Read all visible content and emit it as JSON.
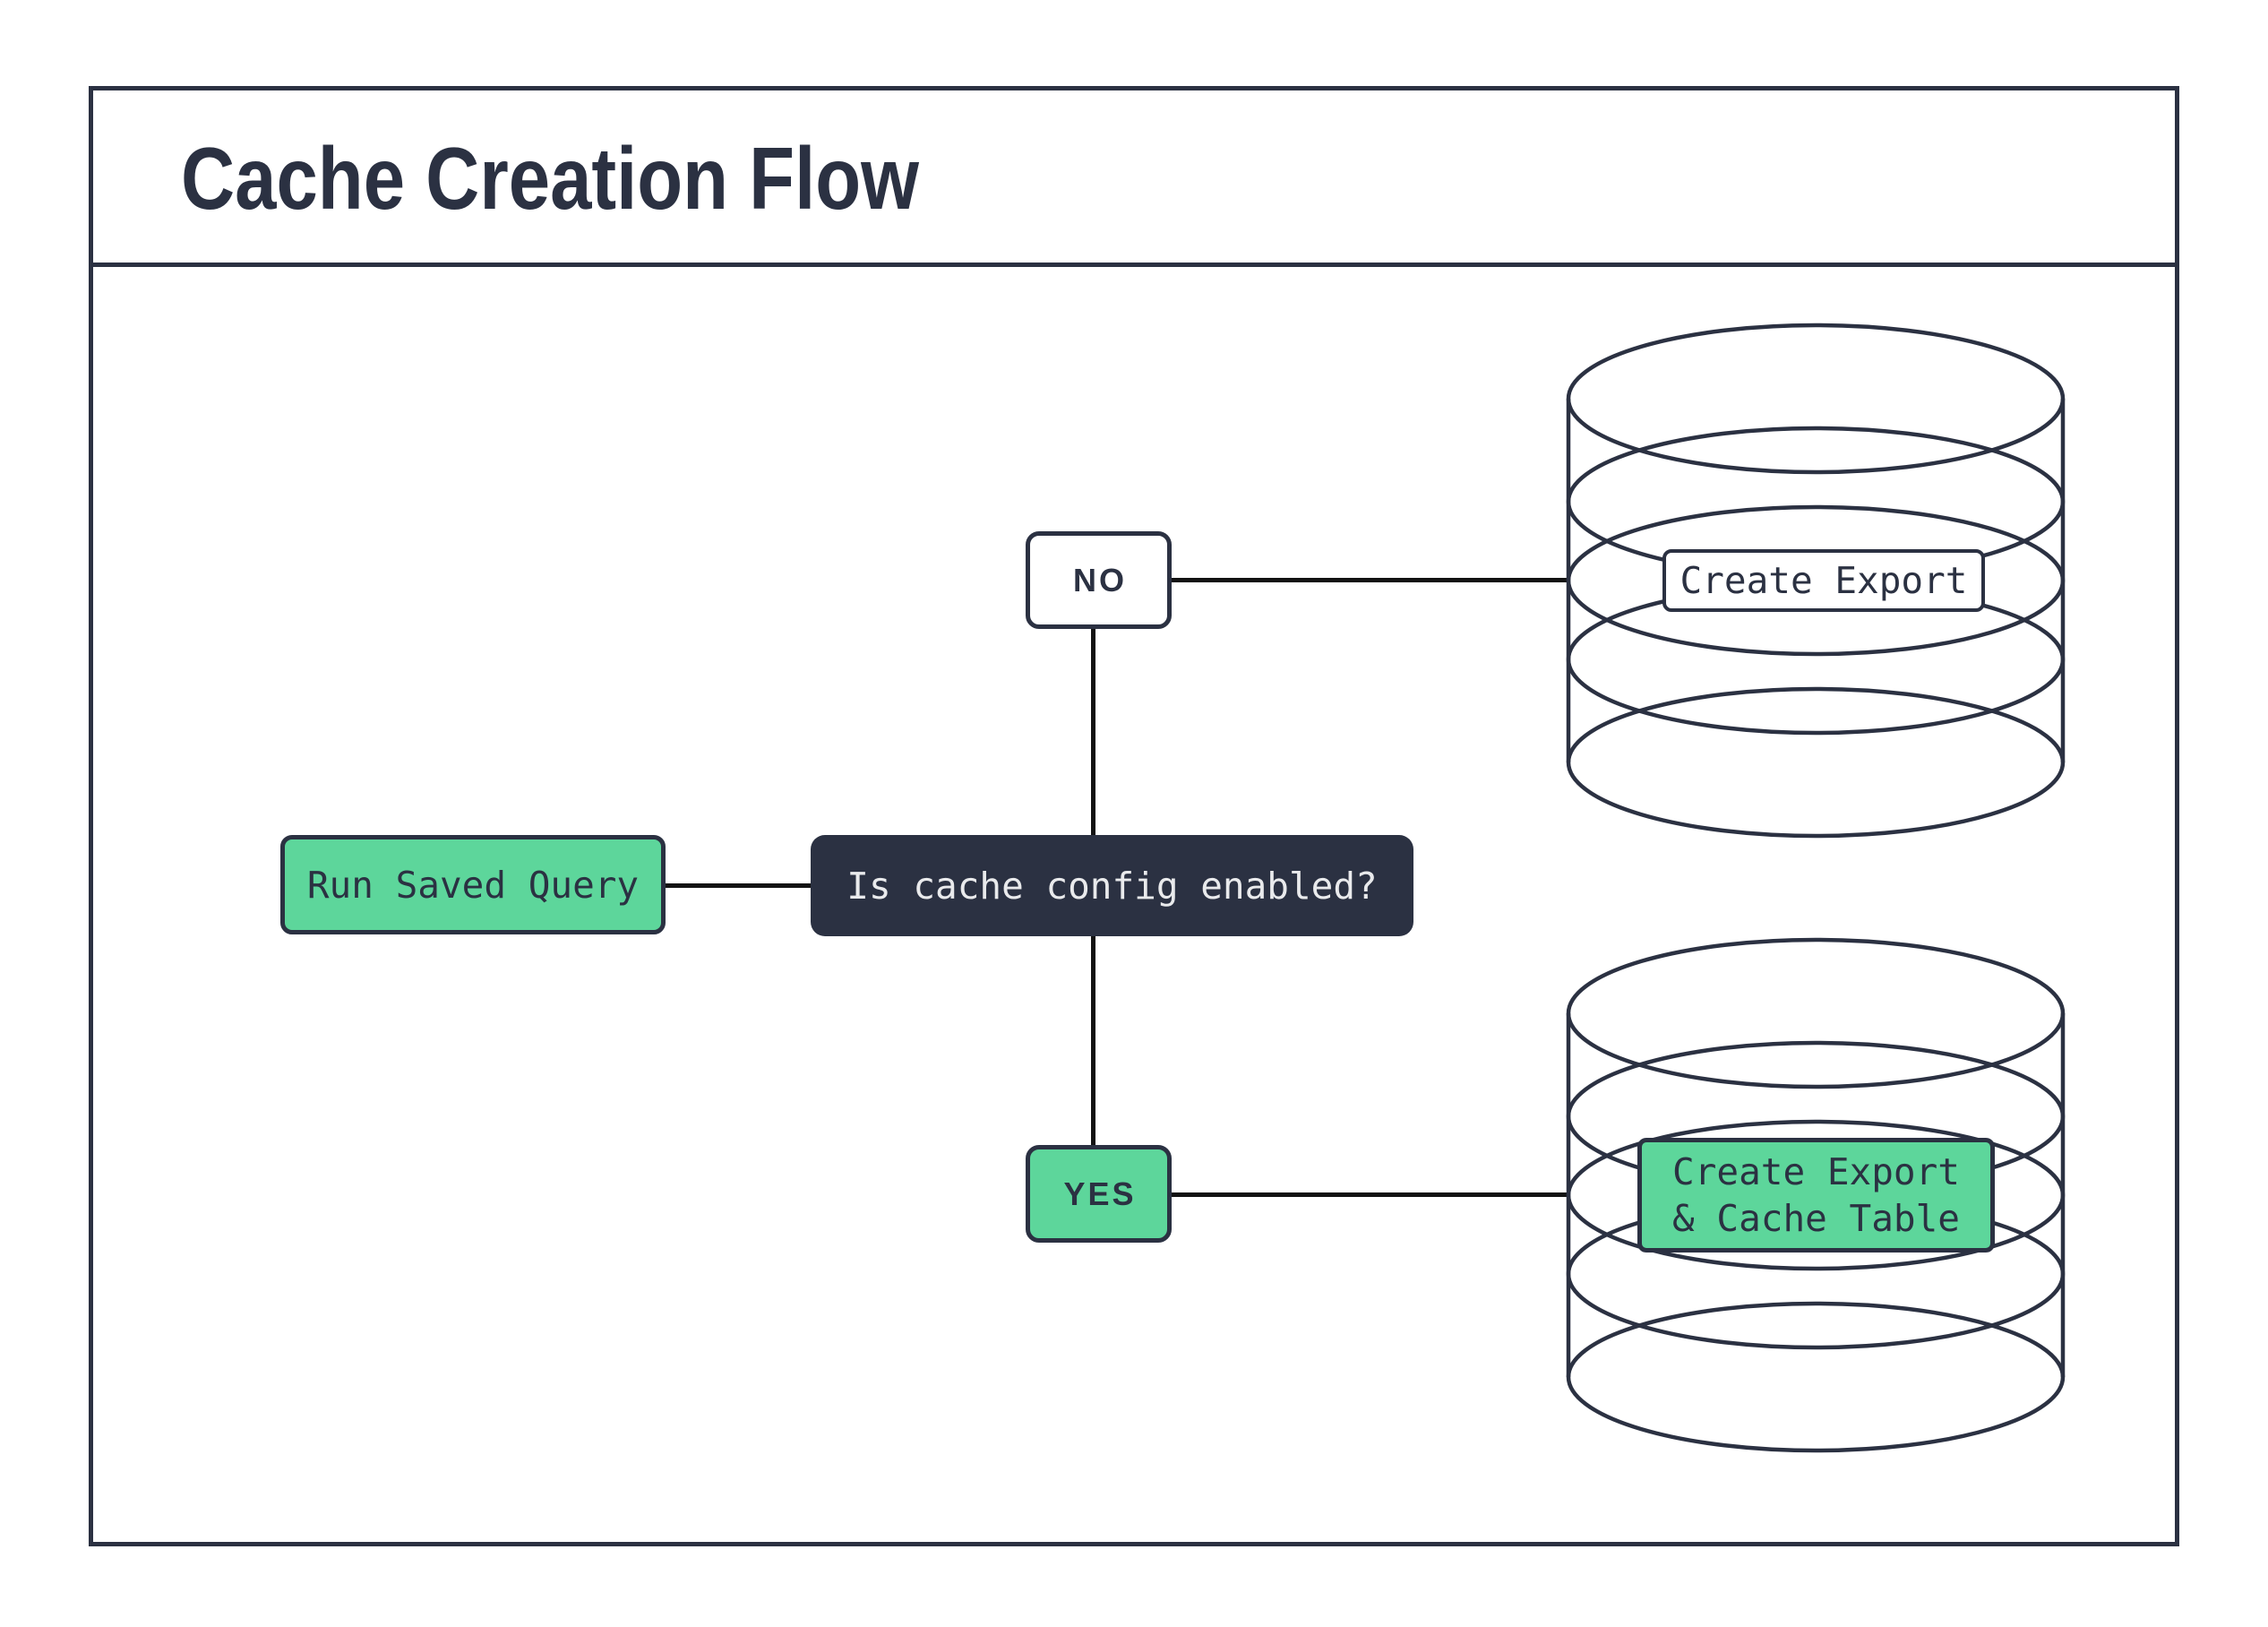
{
  "header": {
    "title": "Cache Creation Flow"
  },
  "diagram": {
    "start_node": {
      "label": "Run Saved Query"
    },
    "decision_node": {
      "label": "Is cache config enabled?"
    },
    "no_branch": {
      "label": "NO",
      "result_label": "Create Export"
    },
    "yes_branch": {
      "label": "YES",
      "result_label_line1": "Create Export",
      "result_label_line2": "& Cache Table"
    }
  },
  "icons": {
    "no_branch_target": "database-icon",
    "yes_branch_target": "database-icon"
  },
  "colors": {
    "accent_green": "#5dd69b",
    "ink_navy": "#2b3142",
    "connector_black": "#121212",
    "surface_white": "#ffffff",
    "dark_box_text": "#e9eaec"
  }
}
